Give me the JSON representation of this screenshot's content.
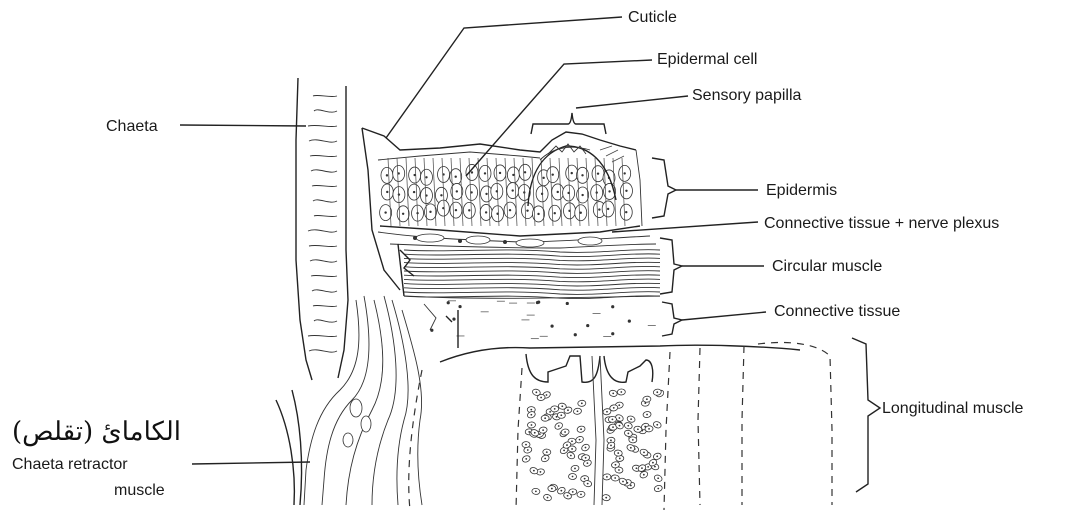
{
  "labels": {
    "cuticle": "Cuticle",
    "epidermal_cell": "Epidermal cell",
    "sensory_papilla": "Sensory papilla",
    "chaeta": "Chaeta",
    "epidermis": "Epidermis",
    "connective_nerve": "Connective tissue + nerve plexus",
    "circular_muscle": "Circular muscle",
    "connective_tissue": "Connective tissue",
    "longitudinal_muscle": "Longitudinal muscle",
    "retractor_line1": "Chaeta retractor",
    "retractor_line2": "muscle"
  },
  "handwritten_note": "الکامائ (تقلص)"
}
